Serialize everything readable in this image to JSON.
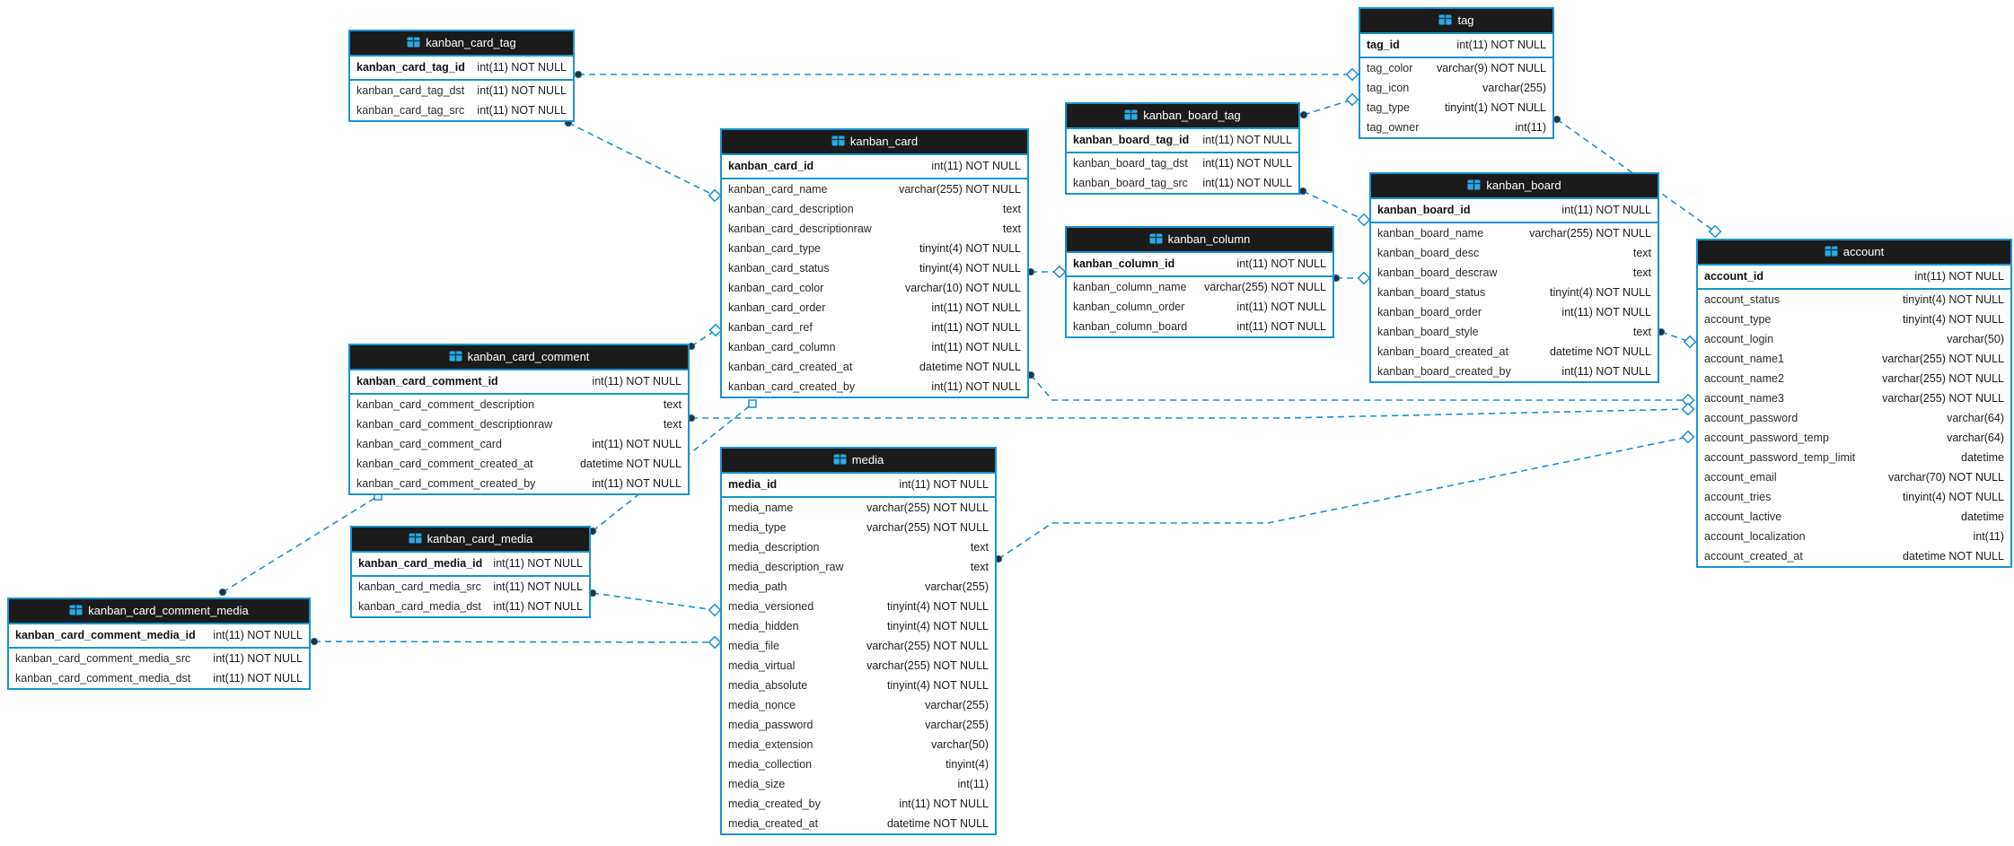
{
  "diagram": {
    "kind": "database-er-diagram",
    "colors": {
      "table_border": "#1993d0",
      "header_background": "#1b1b1b",
      "header_text": "#ffffff",
      "row_background": "#ffffff",
      "row_text": "#2b2b2b",
      "connector": "#1b8fd0",
      "endpoint_circle_fill": "#2e2e2e",
      "endpoint_diamond_fill": "#ffffff",
      "table_icon_blue": "#2ba9e0"
    },
    "tables": [
      {
        "name": "kanban_card_tag",
        "primary_key": {
          "name": "kanban_card_tag_id",
          "type": "int(11) NOT NULL"
        },
        "columns": [
          {
            "name": "kanban_card_tag_dst",
            "type": "int(11) NOT NULL"
          },
          {
            "name": "kanban_card_tag_src",
            "type": "int(11) NOT NULL"
          }
        ]
      },
      {
        "name": "tag",
        "primary_key": {
          "name": "tag_id",
          "type": "int(11) NOT NULL"
        },
        "columns": [
          {
            "name": "tag_color",
            "type": "varchar(9) NOT NULL"
          },
          {
            "name": "tag_icon",
            "type": "varchar(255)"
          },
          {
            "name": "tag_type",
            "type": "tinyint(1) NOT NULL"
          },
          {
            "name": "tag_owner",
            "type": "int(11)"
          }
        ]
      },
      {
        "name": "kanban_board_tag",
        "primary_key": {
          "name": "kanban_board_tag_id",
          "type": "int(11) NOT NULL"
        },
        "columns": [
          {
            "name": "kanban_board_tag_dst",
            "type": "int(11) NOT NULL"
          },
          {
            "name": "kanban_board_tag_src",
            "type": "int(11) NOT NULL"
          }
        ]
      },
      {
        "name": "kanban_card",
        "primary_key": {
          "name": "kanban_card_id",
          "type": "int(11) NOT NULL"
        },
        "columns": [
          {
            "name": "kanban_card_name",
            "type": "varchar(255) NOT NULL"
          },
          {
            "name": "kanban_card_description",
            "type": "text"
          },
          {
            "name": "kanban_card_descriptionraw",
            "type": "text"
          },
          {
            "name": "kanban_card_type",
            "type": "tinyint(4) NOT NULL"
          },
          {
            "name": "kanban_card_status",
            "type": "tinyint(4) NOT NULL"
          },
          {
            "name": "kanban_card_color",
            "type": "varchar(10) NOT NULL"
          },
          {
            "name": "kanban_card_order",
            "type": "int(11) NOT NULL"
          },
          {
            "name": "kanban_card_ref",
            "type": "int(11) NOT NULL"
          },
          {
            "name": "kanban_card_column",
            "type": "int(11) NOT NULL"
          },
          {
            "name": "kanban_card_created_at",
            "type": "datetime NOT NULL"
          },
          {
            "name": "kanban_card_created_by",
            "type": "int(11) NOT NULL"
          }
        ]
      },
      {
        "name": "kanban_column",
        "primary_key": {
          "name": "kanban_column_id",
          "type": "int(11) NOT NULL"
        },
        "columns": [
          {
            "name": "kanban_column_name",
            "type": "varchar(255) NOT NULL"
          },
          {
            "name": "kanban_column_order",
            "type": "int(11) NOT NULL"
          },
          {
            "name": "kanban_column_board",
            "type": "int(11) NOT NULL"
          }
        ]
      },
      {
        "name": "kanban_board",
        "primary_key": {
          "name": "kanban_board_id",
          "type": "int(11) NOT NULL"
        },
        "columns": [
          {
            "name": "kanban_board_name",
            "type": "varchar(255) NOT NULL"
          },
          {
            "name": "kanban_board_desc",
            "type": "text"
          },
          {
            "name": "kanban_board_descraw",
            "type": "text"
          },
          {
            "name": "kanban_board_status",
            "type": "tinyint(4) NOT NULL"
          },
          {
            "name": "kanban_board_order",
            "type": "int(11) NOT NULL"
          },
          {
            "name": "kanban_board_style",
            "type": "text"
          },
          {
            "name": "kanban_board_created_at",
            "type": "datetime NOT NULL"
          },
          {
            "name": "kanban_board_created_by",
            "type": "int(11) NOT NULL"
          }
        ]
      },
      {
        "name": "account",
        "primary_key": {
          "name": "account_id",
          "type": "int(11) NOT NULL"
        },
        "columns": [
          {
            "name": "account_status",
            "type": "tinyint(4) NOT NULL"
          },
          {
            "name": "account_type",
            "type": "tinyint(4) NOT NULL"
          },
          {
            "name": "account_login",
            "type": "varchar(50)"
          },
          {
            "name": "account_name1",
            "type": "varchar(255) NOT NULL"
          },
          {
            "name": "account_name2",
            "type": "varchar(255) NOT NULL"
          },
          {
            "name": "account_name3",
            "type": "varchar(255) NOT NULL"
          },
          {
            "name": "account_password",
            "type": "varchar(64)"
          },
          {
            "name": "account_password_temp",
            "type": "varchar(64)"
          },
          {
            "name": "account_password_temp_limit",
            "type": "datetime"
          },
          {
            "name": "account_email",
            "type": "varchar(70) NOT NULL"
          },
          {
            "name": "account_tries",
            "type": "tinyint(4) NOT NULL"
          },
          {
            "name": "account_lactive",
            "type": "datetime"
          },
          {
            "name": "account_localization",
            "type": "int(11)"
          },
          {
            "name": "account_created_at",
            "type": "datetime NOT NULL"
          }
        ]
      },
      {
        "name": "kanban_card_comment",
        "primary_key": {
          "name": "kanban_card_comment_id",
          "type": "int(11) NOT NULL"
        },
        "columns": [
          {
            "name": "kanban_card_comment_description",
            "type": "text"
          },
          {
            "name": "kanban_card_comment_descriptionraw",
            "type": "text"
          },
          {
            "name": "kanban_card_comment_card",
            "type": "int(11) NOT NULL"
          },
          {
            "name": "kanban_card_comment_created_at",
            "type": "datetime NOT NULL"
          },
          {
            "name": "kanban_card_comment_created_by",
            "type": "int(11) NOT NULL"
          }
        ]
      },
      {
        "name": "kanban_card_media",
        "primary_key": {
          "name": "kanban_card_media_id",
          "type": "int(11) NOT NULL"
        },
        "columns": [
          {
            "name": "kanban_card_media_src",
            "type": "int(11) NOT NULL"
          },
          {
            "name": "kanban_card_media_dst",
            "type": "int(11) NOT NULL"
          }
        ]
      },
      {
        "name": "kanban_card_comment_media",
        "primary_key": {
          "name": "kanban_card_comment_media_id",
          "type": "int(11) NOT NULL"
        },
        "columns": [
          {
            "name": "kanban_card_comment_media_src",
            "type": "int(11) NOT NULL"
          },
          {
            "name": "kanban_card_comment_media_dst",
            "type": "int(11) NOT NULL"
          }
        ]
      },
      {
        "name": "media",
        "primary_key": {
          "name": "media_id",
          "type": "int(11) NOT NULL"
        },
        "columns": [
          {
            "name": "media_name",
            "type": "varchar(255) NOT NULL"
          },
          {
            "name": "media_type",
            "type": "varchar(255) NOT NULL"
          },
          {
            "name": "media_description",
            "type": "text"
          },
          {
            "name": "media_description_raw",
            "type": "text"
          },
          {
            "name": "media_path",
            "type": "varchar(255)"
          },
          {
            "name": "media_versioned",
            "type": "tinyint(4) NOT NULL"
          },
          {
            "name": "media_hidden",
            "type": "tinyint(4) NOT NULL"
          },
          {
            "name": "media_file",
            "type": "varchar(255) NOT NULL"
          },
          {
            "name": "media_virtual",
            "type": "varchar(255) NOT NULL"
          },
          {
            "name": "media_absolute",
            "type": "tinyint(4) NOT NULL"
          },
          {
            "name": "media_nonce",
            "type": "varchar(255)"
          },
          {
            "name": "media_password",
            "type": "varchar(255)"
          },
          {
            "name": "media_extension",
            "type": "varchar(50)"
          },
          {
            "name": "media_collection",
            "type": "tinyint(4)"
          },
          {
            "name": "media_size",
            "type": "int(11)"
          },
          {
            "name": "media_created_by",
            "type": "int(11) NOT NULL"
          },
          {
            "name": "media_created_at",
            "type": "datetime NOT NULL"
          }
        ]
      }
    ],
    "relations": [
      {
        "from": "kanban_card_tag",
        "to": "tag"
      },
      {
        "from": "kanban_card_tag",
        "to": "kanban_card"
      },
      {
        "from": "kanban_board_tag",
        "to": "tag"
      },
      {
        "from": "kanban_board_tag",
        "to": "kanban_board"
      },
      {
        "from": "kanban_card",
        "to": "kanban_column"
      },
      {
        "from": "kanban_column",
        "to": "kanban_board"
      },
      {
        "from": "kanban_board",
        "to": "account"
      },
      {
        "from": "tag",
        "to": "account"
      },
      {
        "from": "kanban_card",
        "to": "account"
      },
      {
        "from": "kanban_card_comment",
        "to": "account"
      },
      {
        "from": "media",
        "to": "account"
      },
      {
        "from": "kanban_card_comment",
        "to": "kanban_card"
      },
      {
        "from": "kanban_card_media",
        "to": "kanban_card"
      },
      {
        "from": "kanban_card_media",
        "to": "media"
      },
      {
        "from": "kanban_card_comment_media",
        "to": "kanban_card_comment"
      },
      {
        "from": "kanban_card_comment_media",
        "to": "media"
      }
    ]
  }
}
